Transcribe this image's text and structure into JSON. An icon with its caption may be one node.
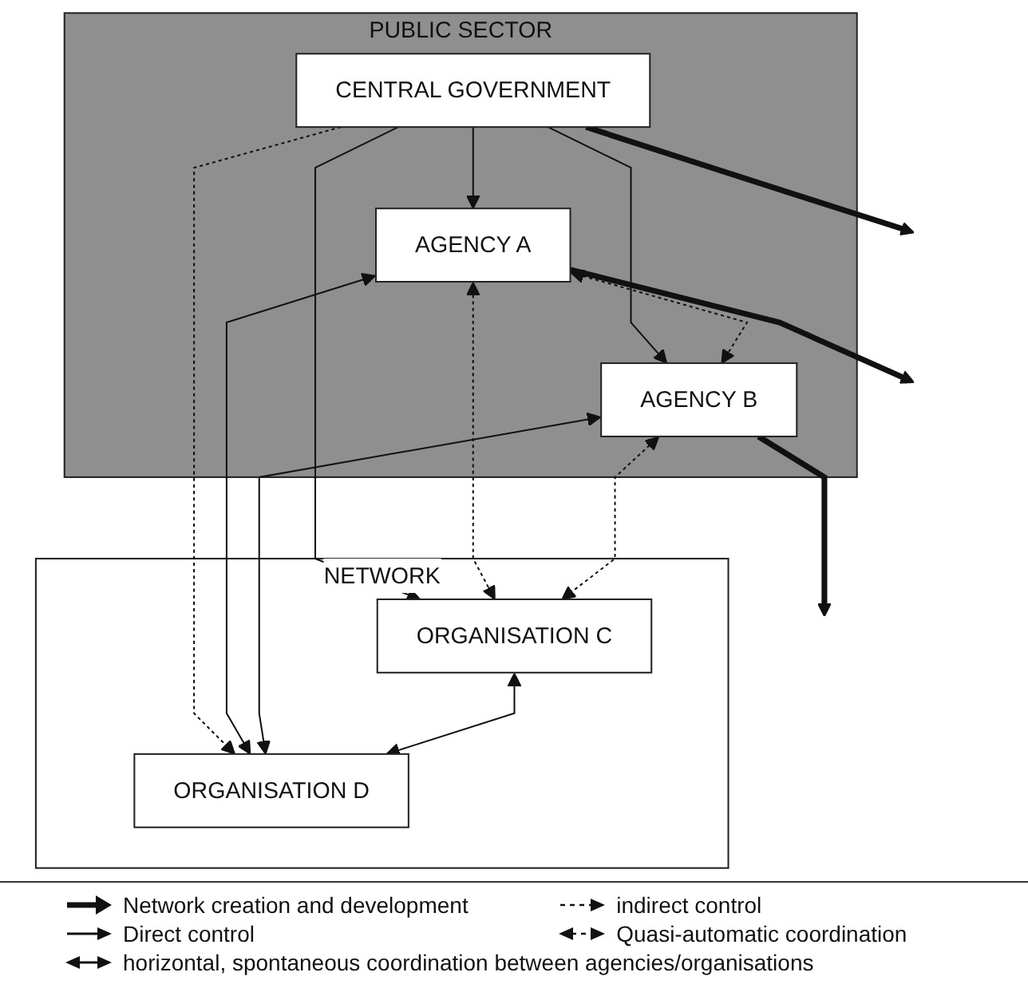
{
  "diagram": {
    "nodes": [
      {
        "text": [
          "NETWORK"
        ]
      },
      {
        "text": [
          "PUBLIC SECTOR"
        ]
      },
      {
        "text": [
          "CENTRAL GOVERNMENT"
        ],
        "in": 1
      },
      {
        "text": [
          "AGENCY A"
        ],
        "in": 1
      },
      {
        "text": [
          "AGENCY B"
        ],
        "in": 1
      },
      {
        "text": [
          "ORGANISATION C"
        ],
        "in": 0
      },
      {
        "text": [
          "ORGANISATION D"
        ],
        "in": 0
      }
    ],
    "edges": [
      {
        "from": 2,
        "to": null,
        "arrow": "to",
        "style": "thick"
      },
      {
        "from": 3,
        "to": null,
        "arrow": "to",
        "style": "thick"
      },
      {
        "from": 4,
        "to": null,
        "arrow": "to",
        "style": "thick"
      },
      {
        "from": 2,
        "to": 3,
        "arrow": "to"
      },
      {
        "from": 2,
        "to": 5,
        "arrow": "to"
      },
      {
        "from": 2,
        "to": 6,
        "arrow": "to",
        "style": "dashed"
      },
      {
        "from": 2,
        "to": 4,
        "arrow": "to"
      },
      {
        "from": 3,
        "to": 4,
        "arrow": "both",
        "style": "dashed"
      },
      {
        "from": 3,
        "to": 5,
        "arrow": "both",
        "style": "dashed"
      },
      {
        "from": 3,
        "to": 6,
        "arrow": "both"
      },
      {
        "from": 4,
        "to": 5,
        "arrow": "both",
        "style": "dashed"
      },
      {
        "from": 4,
        "to": 6,
        "arrow": "both"
      },
      {
        "from": 5,
        "to": 6,
        "arrow": "both"
      }
    ],
    "legend": [
      {
        "text": "Network creation and development"
      },
      {
        "text": "indirect control"
      },
      {
        "text": "Direct control"
      },
      {
        "text": "Quasi-automatic coordination"
      },
      {
        "text": "horizontal, spontaneous coordination between agencies/organisations"
      }
    ]
  }
}
